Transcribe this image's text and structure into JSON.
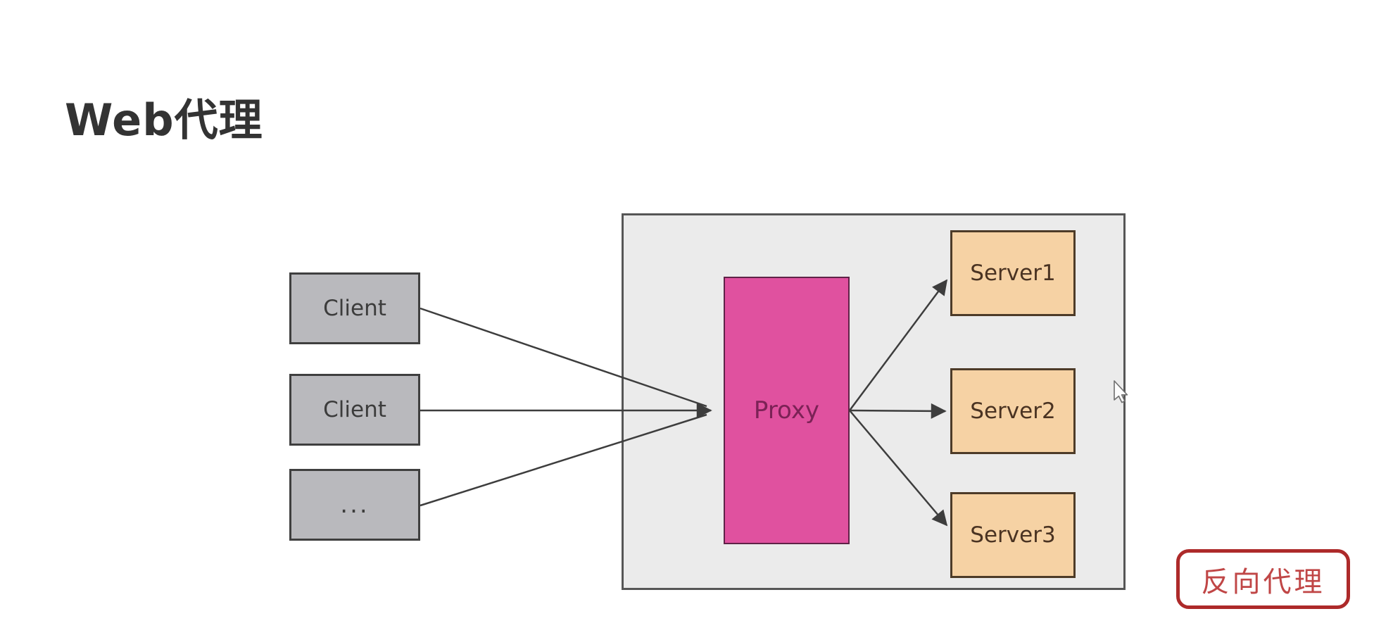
{
  "title": "Web代理",
  "diagram": {
    "clients": [
      {
        "label": "Client"
      },
      {
        "label": "Client"
      },
      {
        "label": "..."
      }
    ],
    "proxy_group": {
      "proxy": {
        "label": "Proxy"
      },
      "servers": [
        {
          "label": "Server1"
        },
        {
          "label": "Server2"
        },
        {
          "label": "Server3"
        }
      ]
    },
    "badge": {
      "label": "反向代理"
    },
    "colors": {
      "title_text": "#333333",
      "client_fill": "#b9b9bd",
      "client_border": "#3f3f3f",
      "container_fill": "#ebebeb",
      "container_border": "#565656",
      "proxy_fill": "#e0519f",
      "proxy_text": "#7c2256",
      "server_fill": "#f6d2a4",
      "server_text": "#4a3322",
      "connector": "#3d3d3d",
      "badge_border": "#ad2a2a",
      "badge_text": "#c04646"
    }
  }
}
